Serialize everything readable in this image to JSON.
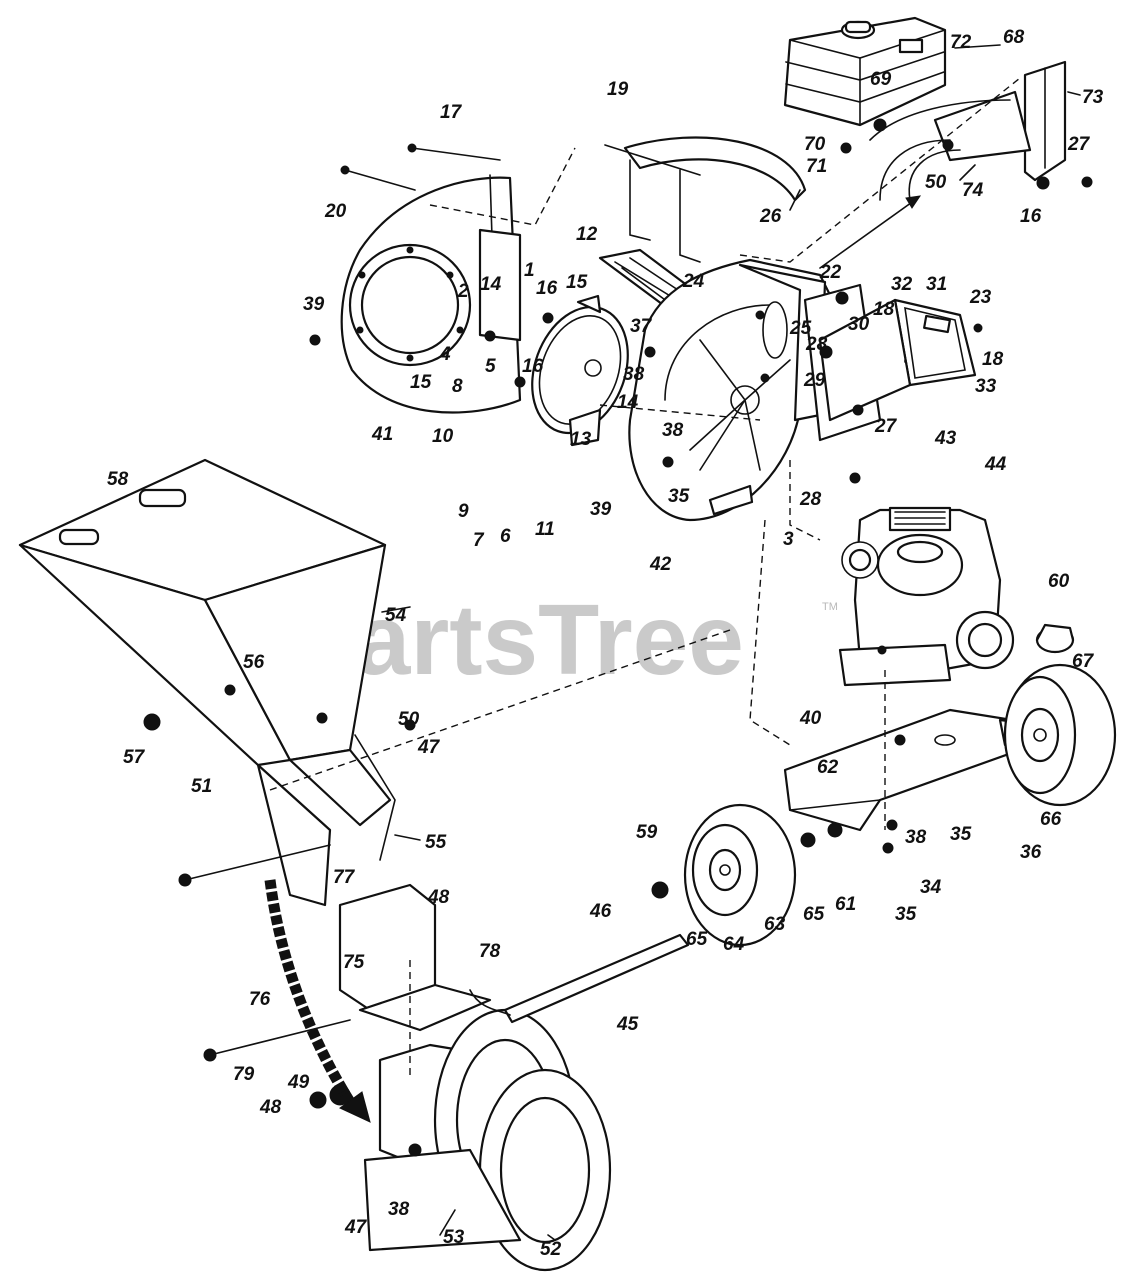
{
  "watermark": {
    "text": "PartsTree",
    "trademark": "TM",
    "color": "#b9b9b9"
  },
  "ink_color": "#111111",
  "callouts": {
    "c1": "1",
    "c2": "2",
    "c3": "3",
    "c4": "4",
    "c5": "5",
    "c6": "6",
    "c7": "7",
    "c8": "8",
    "c9": "9",
    "c10": "10",
    "c11": "11",
    "c12": "12",
    "c13": "13",
    "c14a": "14",
    "c14b": "14",
    "c15a": "15",
    "c15b": "15",
    "c16a": "16",
    "c16b": "16",
    "c16c": "16",
    "c17": "17",
    "c18a": "18",
    "c18b": "18",
    "c19": "19",
    "c20": "20",
    "c22": "22",
    "c23": "23",
    "c24": "24",
    "c25": "25",
    "c26": "26",
    "c27a": "27",
    "c27b": "27",
    "c28a": "28",
    "c28b": "28",
    "c29": "29",
    "c30": "30",
    "c31": "31",
    "c32": "32",
    "c33": "33",
    "c35a": "35",
    "c35b": "35",
    "c35c": "35",
    "c34": "34",
    "c36": "36",
    "c37": "37",
    "c38a": "38",
    "c38b": "38",
    "c38c": "38",
    "c38d": "38",
    "c39a": "39",
    "c39b": "39",
    "c40": "40",
    "c41": "41",
    "c42": "42",
    "c43": "43",
    "c44": "44",
    "c45": "45",
    "c46": "46",
    "c47a": "47",
    "c47b": "47",
    "c48a": "48",
    "c48b": "48",
    "c49": "49",
    "c50a": "50",
    "c50b": "50",
    "c51": "51",
    "c52": "52",
    "c53": "53",
    "c54": "54",
    "c55": "55",
    "c56": "56",
    "c57": "57",
    "c58": "58",
    "c59": "59",
    "c60": "60",
    "c61": "61",
    "c62": "62",
    "c63": "63",
    "c64": "64",
    "c65a": "65",
    "c65b": "65",
    "c66": "66",
    "c67": "67",
    "c68": "68",
    "c69": "69",
    "c70": "70",
    "c71": "71",
    "c72": "72",
    "c73": "73",
    "c74": "74",
    "c75": "75",
    "c76": "76",
    "c77": "77",
    "c78": "78",
    "c79": "79"
  }
}
